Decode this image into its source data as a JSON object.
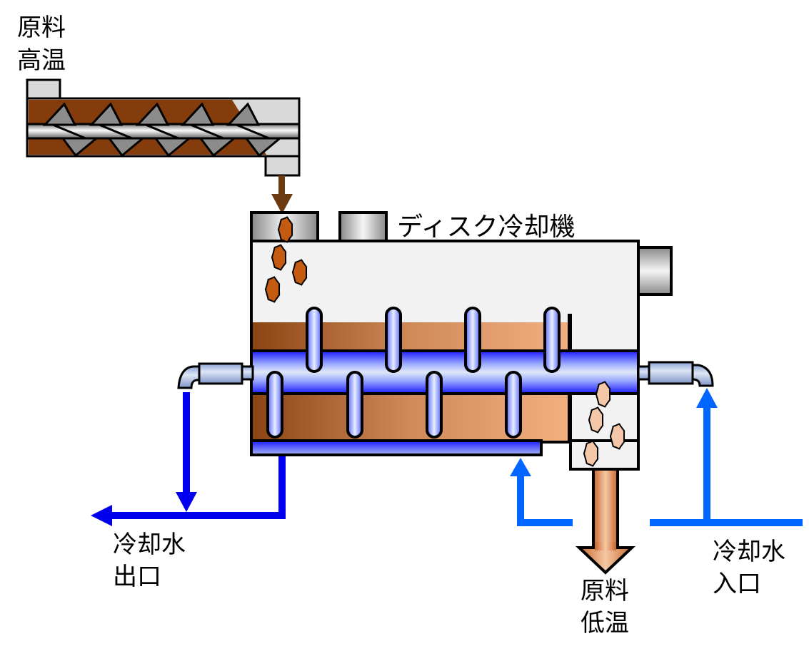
{
  "title": "ディスク冷却機",
  "labels": {
    "raw_high_line1": "原料",
    "raw_high_line2": "高温",
    "raw_low_line1": "原料",
    "raw_low_line2": "低温",
    "water_out_line1": "冷却水",
    "water_out_line2": "出口",
    "water_in_line1": "冷却水",
    "water_in_line2": "入口"
  },
  "colors": {
    "material_dark": "#8B4513",
    "material_light": "#F2B080",
    "screw_material": "#843C0C",
    "water_out": "#0000EE",
    "water_in": "#0066FF",
    "body": "#F2F2F2",
    "outline": "#000000"
  }
}
